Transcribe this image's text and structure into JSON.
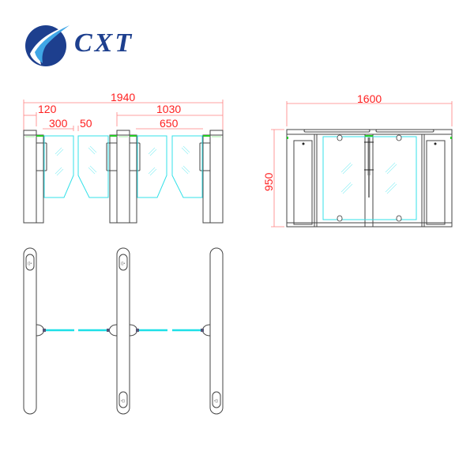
{
  "logo": {
    "brand": "CXT",
    "icon": "cxt-swoosh-logo",
    "colors": {
      "primary": "#1d3f8e",
      "accent": "#3fa6e6"
    }
  },
  "front_view": {
    "dimensions": {
      "total_width": "1940",
      "post_width": "120",
      "wing_width": "300",
      "wing_gap": "50",
      "lane_width": "1030",
      "passage_width": "650"
    }
  },
  "side_view": {
    "dimensions": {
      "width": "1600",
      "height": "950"
    }
  },
  "top_view": {
    "posts": 3,
    "lanes": 2
  },
  "colors": {
    "dimension": "#ff2020",
    "glass": "#33e0e8",
    "indicator": "#22cc22",
    "outline": "#333333"
  }
}
